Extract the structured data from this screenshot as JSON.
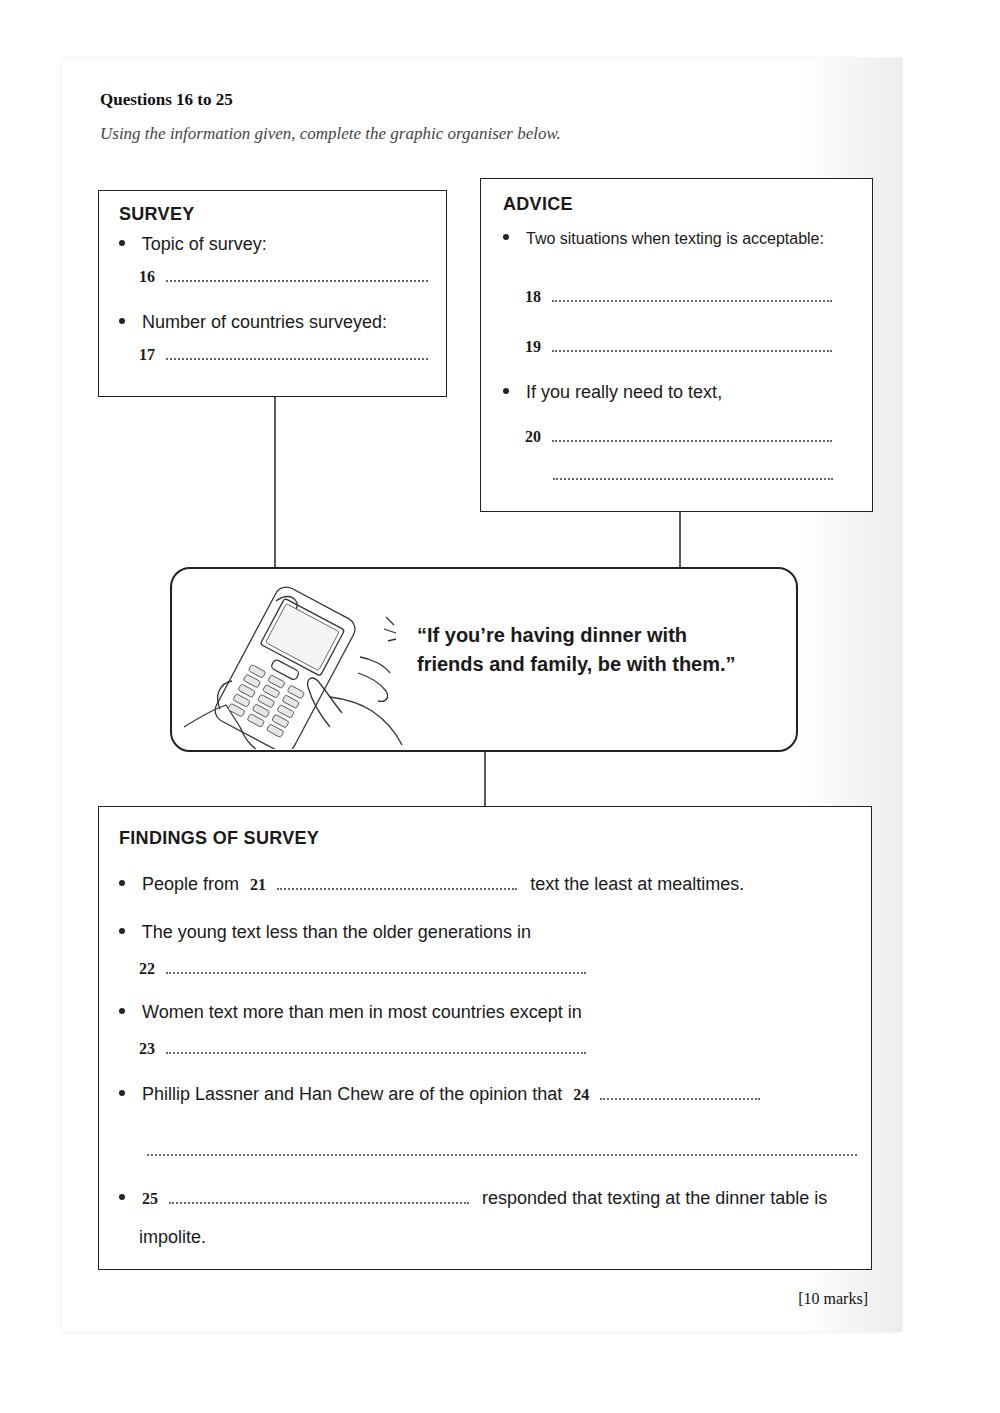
{
  "diagram": {
    "nodes": [
      {
        "text": [
          "SURVEY",
          "Topic of survey:",
          "16",
          "Number of countries surveyed:",
          "17"
        ]
      },
      {
        "text": [
          "ADVICE",
          "Two situations when texting is acceptable:",
          "18",
          "19",
          "If you really need to text,",
          "20"
        ]
      },
      {
        "text": [
          "“If you’re having dinner with friends and family, be with them.”"
        ]
      },
      {
        "text": [
          "FINDINGS OF SURVEY",
          "People from",
          "21",
          "text the least at mealtimes.",
          "The young text less than the older generations in",
          "22",
          "Women text more than men in most countries except in",
          "23",
          "Phillip Lassner and Han Chew are of the opinion that",
          "24",
          "25",
          "responded that texting at the dinner table is impolite."
        ]
      }
    ],
    "edges": [
      {
        "from": 0,
        "to": 2,
        "arrow": "none"
      },
      {
        "from": 1,
        "to": 2,
        "arrow": "none"
      },
      {
        "from": 2,
        "to": 3,
        "arrow": "none"
      }
    ],
    "labels": [
      "Questions 16 to 25",
      "Using the information given, complete the graphic organiser below.",
      "[10 marks]"
    ]
  }
}
